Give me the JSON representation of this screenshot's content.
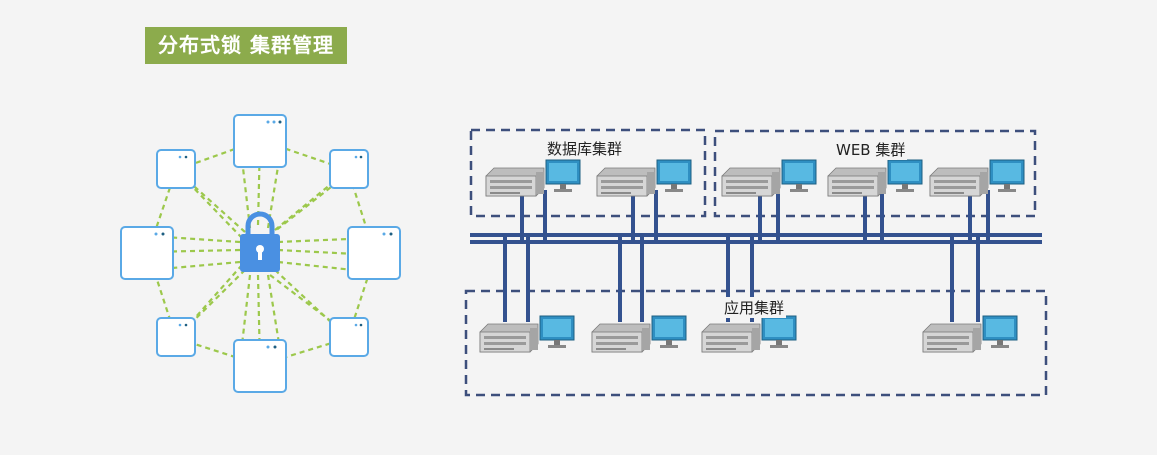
{
  "title": "分布式锁 集群管理",
  "left_diagram": {
    "center_icon": "lock-icon",
    "node_icon": "server-window-icon",
    "node_count": 8,
    "colors": {
      "node_border": "#5aa9e6",
      "lock": "#4a90e2",
      "links": "#9cc84b"
    }
  },
  "clusters": {
    "database": {
      "label": "数据库集群",
      "server_count": 2
    },
    "web": {
      "label": "WEB 集群",
      "server_count": 3
    },
    "app": {
      "label": "应用集群",
      "server_count": 4
    }
  },
  "colors": {
    "cluster_border": "#3d4f7c",
    "bus": "#34528f",
    "server_body": "#c8c8c8",
    "server_screen": "#3fa9d6"
  }
}
